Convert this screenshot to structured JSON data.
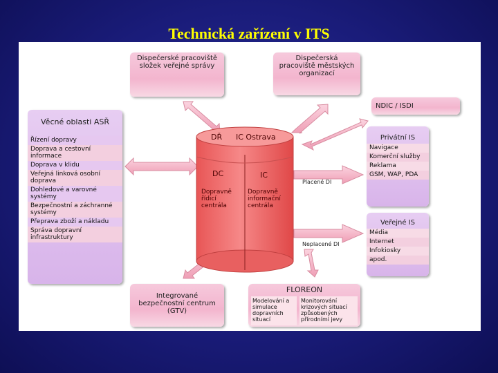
{
  "title": "Technická zařízení v ITS",
  "boxes": {
    "disp_verejne": "Dispečerské pracoviště složek veřejné správy",
    "disp_mestske": "Dispečerská pracoviště městských organizací",
    "ndic": "NDIC / ISDI",
    "floreon": "FLOREON",
    "floreon_left": "Modelování a simulace dopravních situací",
    "floreon_right": "Monitorování krizových situací způsobených přírodními jevy",
    "integrovane": "Integrované bezpečnostní centrum (GTV)"
  },
  "vecne": {
    "header": "Věcné oblasti ASŘ",
    "items": [
      "Řízení dopravy",
      "Doprava a cestovní informace",
      "Doprava v klidu",
      "Veřejná linková osobní doprava",
      "Dohledové a varovné systémy",
      "Bezpečnostní a záchranné systémy",
      "Přeprava zboží a nákladu",
      "Správa dopravní infrastruktury"
    ]
  },
  "privatni": {
    "header": "Privátní IS",
    "items": [
      "Navigace",
      "Komerční služby",
      "Reklama",
      "GSM, WAP, PDA"
    ]
  },
  "verejne": {
    "header": "Veřejné IS",
    "items": [
      "Média",
      "Internet",
      "Infokiosky",
      "apod."
    ]
  },
  "cylinder": {
    "top_left": "DŘ",
    "top_right": "IC Ostrava",
    "dc": "DC",
    "ic": "IC",
    "dc_desc": "Dopravně řídicí centrála",
    "ic_desc": "Dopravně informační centrála"
  },
  "labels": {
    "placene": "Placené DI",
    "neplacene": "Neplacené DI"
  },
  "colors": {
    "background": "#1a1c7a",
    "title": "#ffff00",
    "cylinder": "#ef6f6f",
    "arrow": "#f6b6c8"
  }
}
